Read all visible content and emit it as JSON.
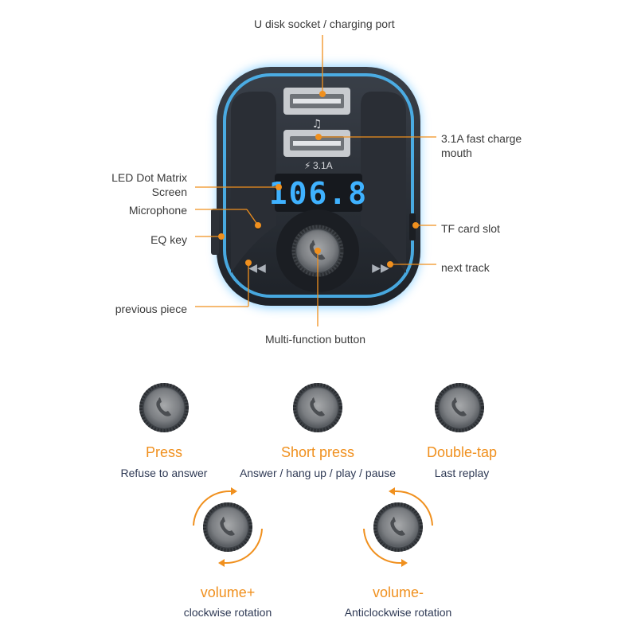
{
  "callouts": {
    "u_disk": "U disk socket / charging port",
    "fast_charge_line1": "3.1A fast charge",
    "fast_charge_line2": "mouth",
    "led_line1": "LED Dot Matrix",
    "led_line2": "Screen",
    "microphone": "Microphone",
    "eq_key": "EQ key",
    "tf_slot": "TF card slot",
    "next_track": "next track",
    "previous_piece": "previous piece",
    "multi_function": "Multi-function button"
  },
  "device": {
    "display_value": "106.8",
    "port_rating": "3.1A",
    "music_icon": "music-note-icon",
    "lightning_icon": "lightning-icon"
  },
  "operations": [
    {
      "title": "Press",
      "desc": "Refuse to answer"
    },
    {
      "title": "Short press",
      "desc": "Answer / hang up / play / pause"
    },
    {
      "title": "Double-tap",
      "desc": "Last replay"
    },
    {
      "title": "volume+",
      "desc": "clockwise rotation"
    },
    {
      "title": "volume-",
      "desc": "Anticlockwise rotation"
    }
  ],
  "colors": {
    "accent_orange": "#f0901e",
    "glow_blue": "#3fb2ff",
    "body_dark": "#2b3038",
    "text_navy": "#2f3a55"
  }
}
